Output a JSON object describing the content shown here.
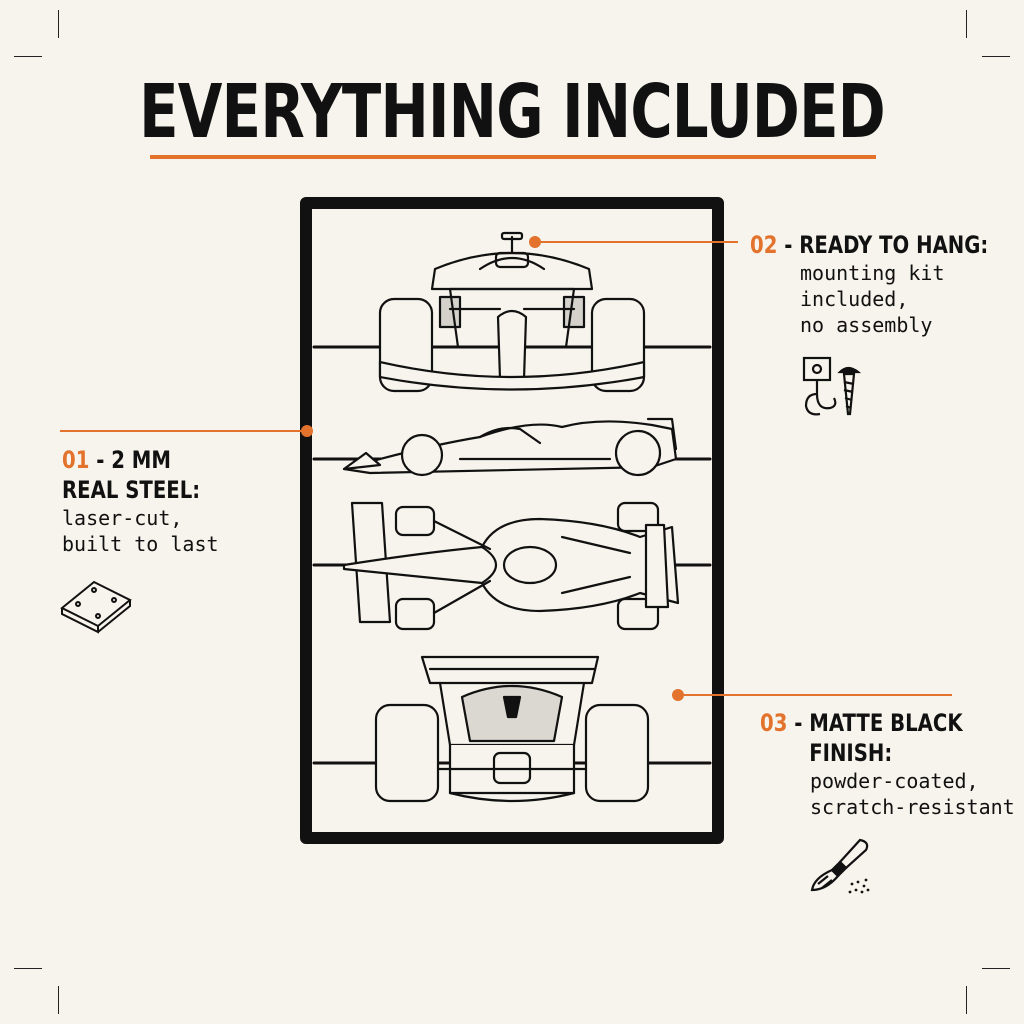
{
  "title": "EVERYTHING INCLUDED",
  "colors": {
    "accent": "#e2722c",
    "ink": "#111111",
    "background": "#f6f4ec"
  },
  "callouts": [
    {
      "number": "01",
      "separator": " - ",
      "heading_line1": "2 MM",
      "heading_line2": "REAL STEEL:",
      "description": "laser-cut,\nbuilt to last",
      "icon": "steel-plate-icon"
    },
    {
      "number": "02",
      "separator": " - ",
      "heading_line1": "READY TO HANG:",
      "description": "mounting kit\nincluded,\nno assembly",
      "icon": "hook-and-screw-icon"
    },
    {
      "number": "03",
      "separator": " - ",
      "heading_line1": "MATTE BLACK",
      "heading_line2": "FINISH:",
      "description": "powder-coated,\nscratch-resistant",
      "icon": "paint-brush-icon"
    }
  ],
  "artwork": {
    "views": [
      "front-view",
      "side-view",
      "top-view",
      "rear-view"
    ]
  }
}
